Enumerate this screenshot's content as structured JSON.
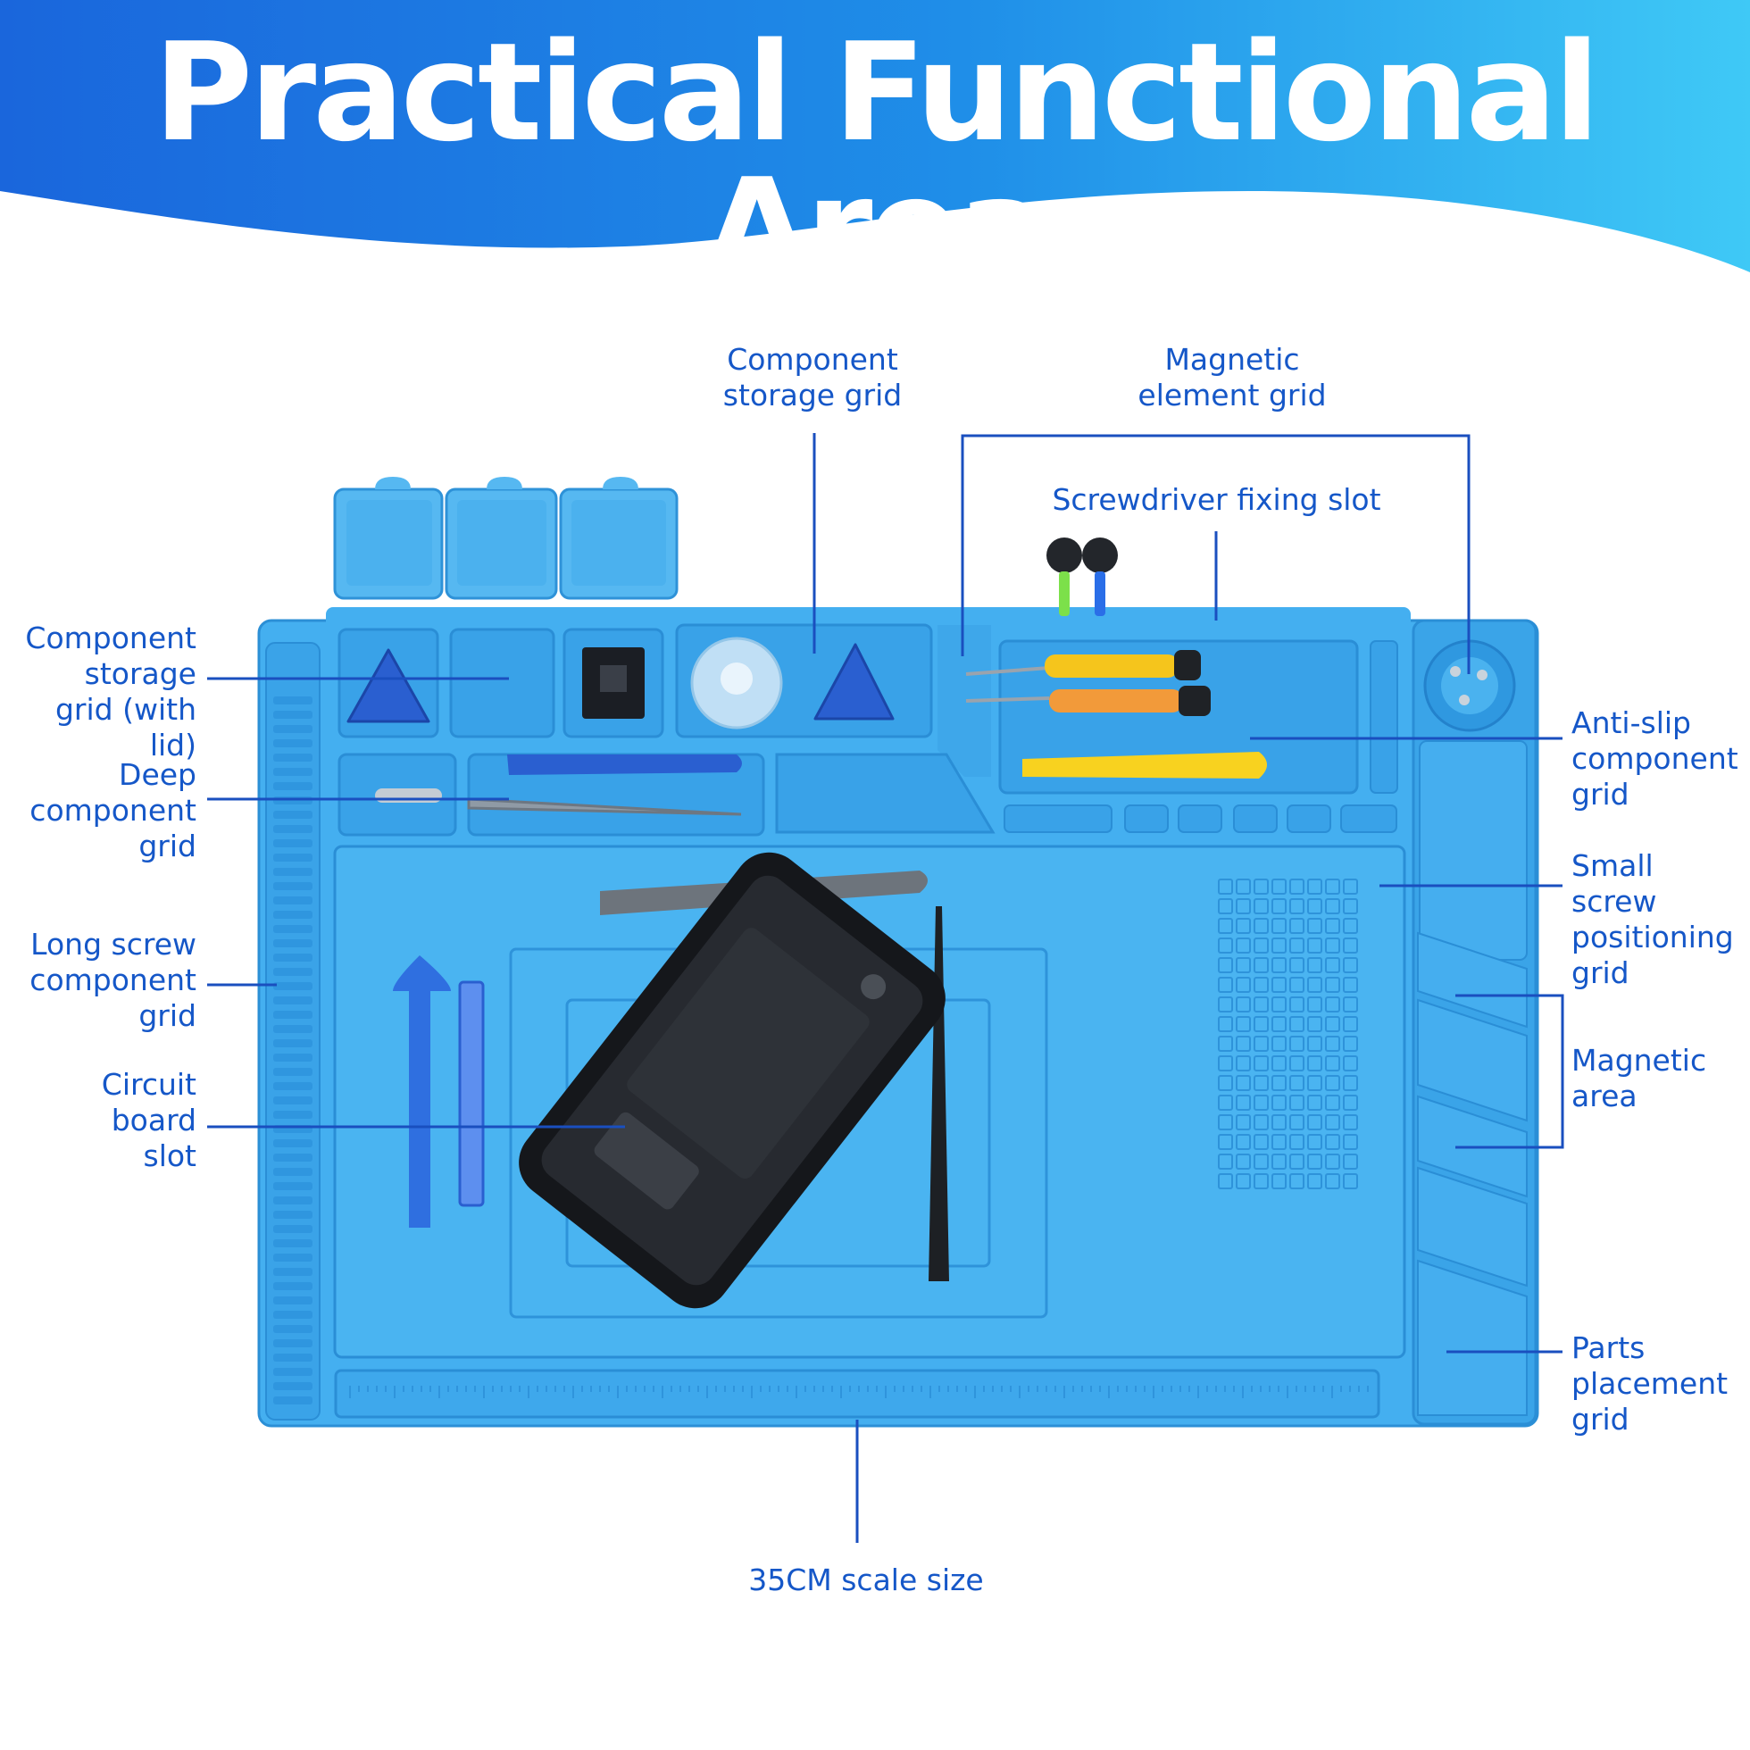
{
  "title": "Practical Functional Area",
  "colors": {
    "banner_start": "#1a66dc",
    "banner_end": "#3cc4f4",
    "mat": "#42adef",
    "mat_dark": "#2a8fd6",
    "label": "#1557c8",
    "leader": "#1a4fbf"
  },
  "labels": {
    "component_storage_grid_lid": "Component\nstorage\ngrid (with lid)",
    "deep_component_grid": "Deep\ncomponent\ngrid",
    "long_screw_component_grid": "Long screw\ncomponent\ngrid",
    "circuit_board_slot": "Circuit\nboard\nslot",
    "component_storage_grid": "Component\nstorage grid",
    "magnetic_element_grid": "Magnetic\nelement grid",
    "screwdriver_fixing_slot": "Screwdriver fixing slot",
    "anti_slip_component_grid": "Anti-slip\ncomponent\ngrid",
    "small_screw_positioning_grid": "Small screw\npositioning\ngrid",
    "magnetic_area": "Magnetic\narea",
    "parts_placement_grid": "Parts\nplacement\ngrid",
    "scale_size": "35CM scale size"
  },
  "icons": {
    "mat": "silicone-repair-mat-icon",
    "phone": "smartphone-icon",
    "screwdriver": "screwdriver-icon",
    "pry_tool": "pry-tool-icon",
    "suction_cup": "suction-cup-icon",
    "spudger": "spudger-icon",
    "tweezers": "tweezers-icon",
    "chip": "circuit-board-icon"
  }
}
